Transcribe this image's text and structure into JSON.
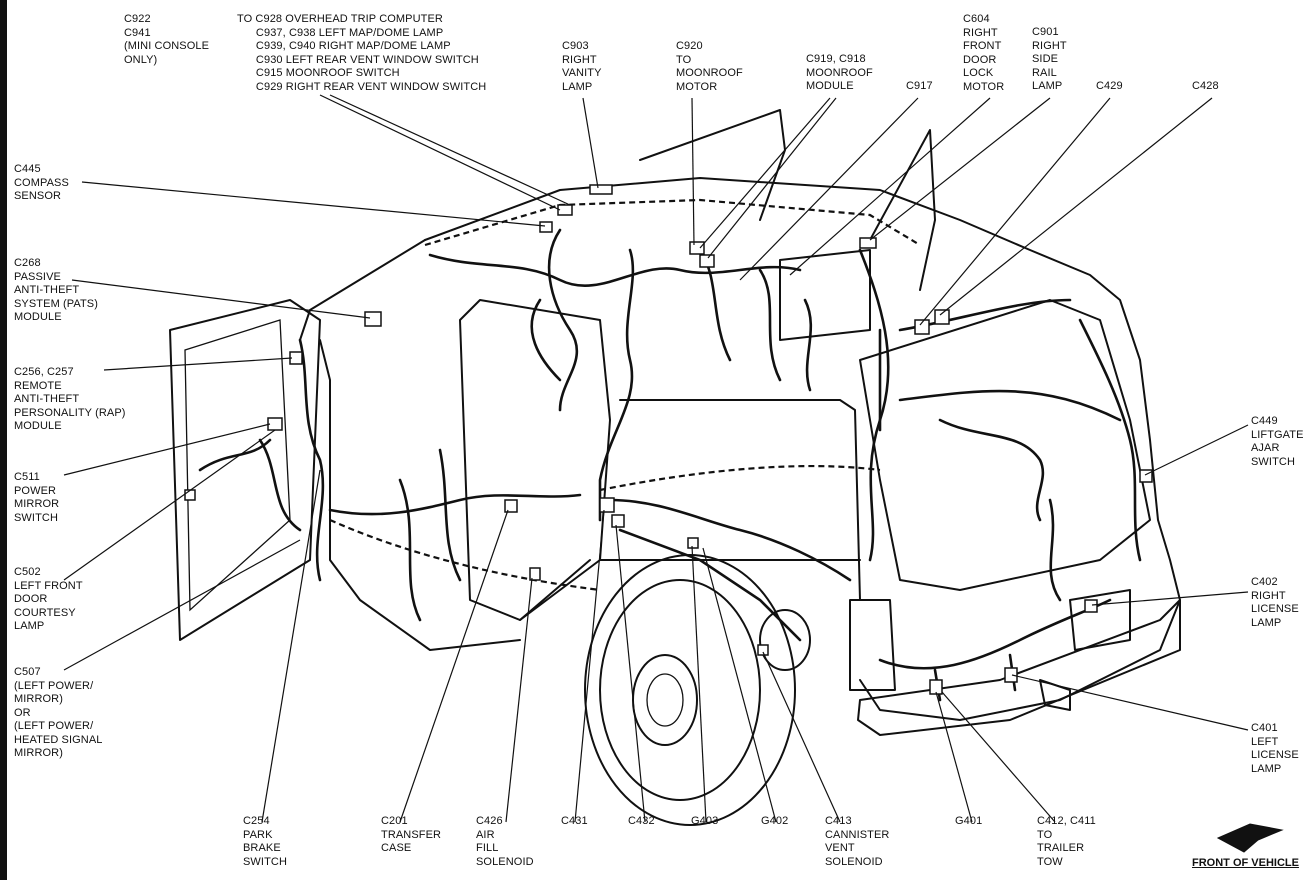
{
  "labels": {
    "c922": "C922\nC941\n(MINI CONSOLE\nONLY)",
    "c928": "TO C928 OVERHEAD TRIP COMPUTER\n      C937, C938 LEFT MAP/DOME LAMP\n      C939, C940 RIGHT MAP/DOME LAMP\n      C930 LEFT REAR VENT WINDOW SWITCH\n      C915 MOONROOF SWITCH\n      C929 RIGHT REAR VENT WINDOW SWITCH",
    "c903": "C903\nRIGHT\nVANITY\nLAMP",
    "c920": "C920\nTO\nMOONROOF\nMOTOR",
    "c919": "C919, C918\nMOONROOF\nMODULE",
    "c917": "C917",
    "c604": "C604\nRIGHT\nFRONT\nDOOR\nLOCK\nMOTOR",
    "c901": "C901\nRIGHT\nSIDE\nRAIL\nLAMP",
    "c429": "C429",
    "c428": "C428",
    "c445": "C445\nCOMPASS\nSENSOR",
    "c268": "C268\nPASSIVE\nANTI-THEFT\nSYSTEM (PATS)\nMODULE",
    "c256": "C256, C257\nREMOTE\nANTI-THEFT\nPERSONALITY (RAP)\nMODULE",
    "c511": "C511\nPOWER\nMIRROR\nSWITCH",
    "c502": "C502\nLEFT FRONT\nDOOR\nCOURTESY\nLAMP",
    "c507": "C507\n(LEFT POWER/\nMIRROR)\nOR\n(LEFT POWER/\nHEATED SIGNAL\nMIRROR)",
    "c449": "C449\nLIFTGATE\nAJAR\nSWITCH",
    "c402": "C402\nRIGHT\nLICENSE\nLAMP",
    "c401": "C401\nLEFT\nLICENSE\nLAMP",
    "c254": "C254\nPARK\nBRAKE\nSWITCH",
    "c201": "C201\nTRANSFER\nCASE",
    "c426": "C426\nAIR\nFILL\nSOLENOID",
    "c431": "C431",
    "c432": "C432",
    "g403": "G403",
    "g402": "G402",
    "c413": "C413\nCANNISTER\nVENT\nSOLENOID",
    "g401": "G401",
    "c412": "C412, C411\nTO\nTRAILER\nTOW"
  },
  "front_of_vehicle": "FRONT OF VEHICLE",
  "icons": {
    "front_arrow": "front-arrow-icon"
  }
}
